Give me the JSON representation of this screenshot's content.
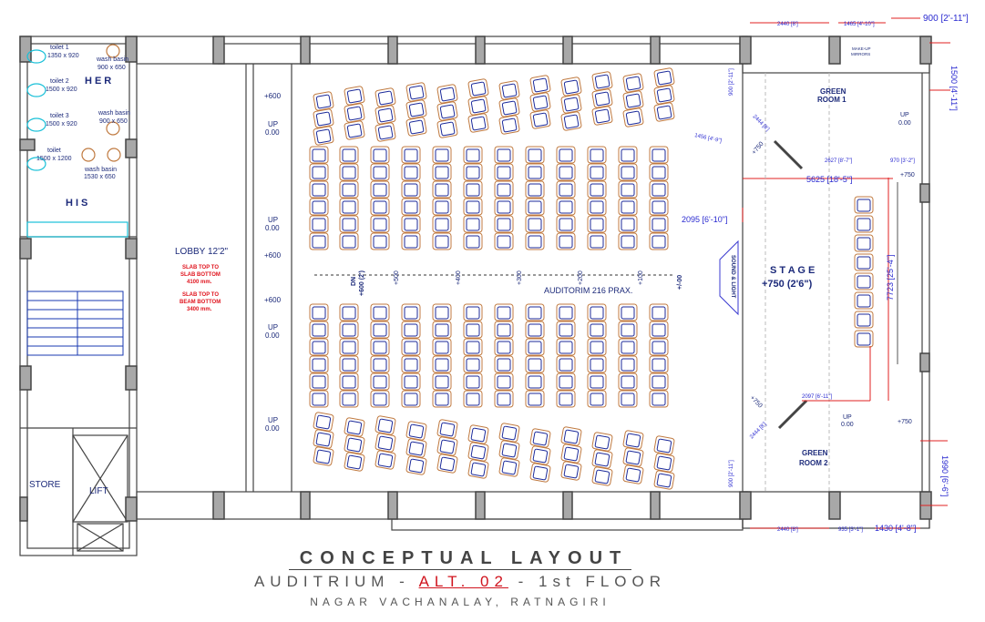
{
  "title": {
    "main": "CONCEPTUAL LAYOUT",
    "sub_prefix": "AUDITRIUM - ",
    "sub_alt": "ALT. 02",
    "sub_suffix": " - 1st FLOOR",
    "location": "NAGAR VACHANALAY, RATNAGIRI"
  },
  "toilets": {
    "her": "HER",
    "his": "HIS",
    "toilet1": "toilet 1",
    "toilet1_size": "1350 x 920",
    "toilet2": "toilet 2",
    "toilet2_size": "1500 x 920",
    "toilet3": "toilet 3",
    "toilet3_size": "1500 x 920",
    "toilet4": "toilet",
    "toilet4_size": "1500 x 1200",
    "wb1": "wash basin",
    "wb1_size": "900 x 650",
    "wb2": "wash basin",
    "wb2_size": "900 x 650",
    "wb3": "wash basin",
    "wb3_size": "1530 x 650"
  },
  "lobby": {
    "label": "LOBBY  12'2\"",
    "note1": [
      "SLAB TOP TO",
      "SLAB BOTTOM",
      "4100 mm."
    ],
    "note2": [
      "SLAB TOP TO",
      "BEAM BOTTOM",
      "3400 mm."
    ]
  },
  "levels": {
    "plus600": "+600",
    "up": "UP",
    "zero": "0.00",
    "dn": "DN",
    "dn_level": "+600 (2')",
    "l500": "+500",
    "l400": "+400",
    "l300": "+300",
    "l200": "+200",
    "l100": "+100",
    "l0": "+/-00",
    "plus750": "+750"
  },
  "rooms": {
    "store": "STORE",
    "lift": "LIFT",
    "auditorium": "AUDITORIM  216 PRAX.",
    "stage": "S T A G E",
    "stage_level": "+750 (2'6\")",
    "green1": [
      "GREEN",
      "ROOM 1"
    ],
    "green2": [
      "GREEN",
      "ROOM 2"
    ],
    "makeup": [
      "MAKE-UP",
      "MIRRORS"
    ],
    "sound": "SOUND & LIGHT"
  },
  "dimensions": {
    "d2440": "2440 [8']",
    "d1465": "1465 [4'-10\"]",
    "d900": "900 [2'-11\"]",
    "d1500": "1500 [4'-11\"]",
    "d900b": "900 [2'-11\"]",
    "d1456": "1456 [4'-9\"]",
    "d2444": "2444 [8']",
    "d2627": "2627 [8'-7\"]",
    "d970": "970 [3'-2\"]",
    "d5625": "5625 [18'-5\"]",
    "d2095": "2095 [6'-10\"]",
    "d7723": "7723 [25'-4\"]",
    "d2097": "2097 [6'-11\"]",
    "d2440b": "2440 [8']",
    "d935": "935 [3'-1\"]",
    "d1430": "1430 [4'-8\"]",
    "d1990": "1990 [6'-6\"]"
  },
  "colors": {
    "wall": "#444444",
    "dim": "#e02020",
    "text": "#1c2a7a",
    "seat": "#c07a40",
    "alt": "#d0141e"
  }
}
